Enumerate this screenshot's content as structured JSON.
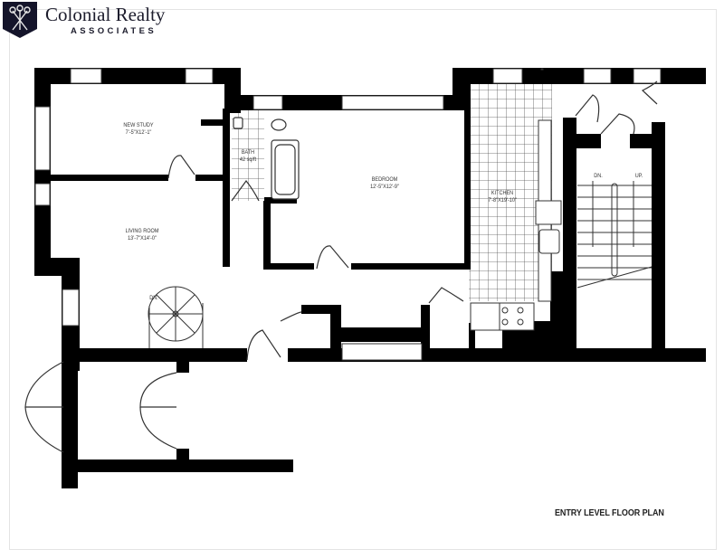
{
  "header": {
    "logo_icon": "shield-keys-icon",
    "brand_name": "Colonial Realty",
    "brand_sub": "ASSOCIATES"
  },
  "plan": {
    "title": "ENTRY LEVEL FLOOR PLAN",
    "rooms": [
      {
        "name": "NEW STUDY",
        "dims": "7'-5\"X12'-1\""
      },
      {
        "name": "LIVING ROOM",
        "dims": "13'-7\"X14'-0\""
      },
      {
        "name": "BATH",
        "dims": "42 sq/ft"
      },
      {
        "name": "BEDROOM",
        "dims": "12'-5\"X12'-9\""
      },
      {
        "name": "KITCHEN",
        "dims": "7'-8\"X19'-10\""
      }
    ],
    "stair_labels": {
      "spiral_down": "DN.",
      "stair_down": "DN.",
      "stair_up": "UP."
    }
  },
  "colors": {
    "wall": "#000000",
    "line": "#333333",
    "brand": "#1c1c2c"
  }
}
